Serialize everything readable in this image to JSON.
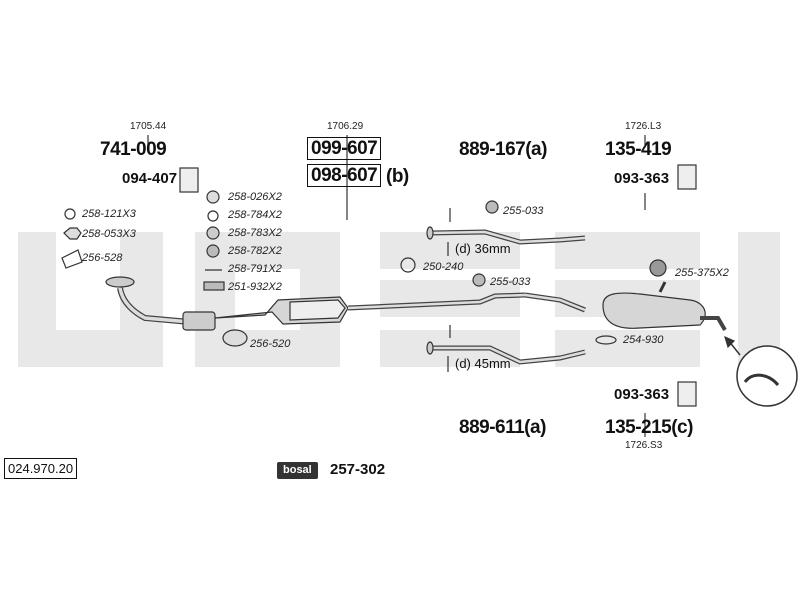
{
  "catalog_number": "024.970.20",
  "groups": [
    {
      "ref": "1705.44",
      "main": "741-009",
      "sub": "094-407"
    },
    {
      "ref": "1706.29",
      "main": "099-607",
      "sub": "098-607",
      "sub_suffix": "(b)"
    },
    {
      "ref": "",
      "main": "889-167(a)",
      "dim": "(d) 36mm"
    },
    {
      "ref": "1726.L3",
      "main": "135-419",
      "sub": "093-363"
    },
    {
      "ref": "",
      "main": "889-611(a)",
      "dim": "(d) 45mm"
    },
    {
      "ref": "1726.S3",
      "main": "135-215(c)",
      "sub": "093-363"
    }
  ],
  "parts": {
    "p1": "258-121X3",
    "p2": "258-053X3",
    "p3": "256-528",
    "p4": "258-026X2",
    "p5": "258-784X2",
    "p6": "258-783X2",
    "p7": "258-782X2",
    "p8": "258-791X2",
    "p9": "251-932X2",
    "p10": "256-520",
    "p11": "255-033",
    "p12": "250-240",
    "p13": "255-033",
    "p14": "255-375X2",
    "p15": "254-930"
  },
  "footer_kit": "257-302",
  "brand": "bosal",
  "colors": {
    "line": "#333333",
    "watermark": "#e6e6e6",
    "part_fill": "#d9d9d9"
  }
}
